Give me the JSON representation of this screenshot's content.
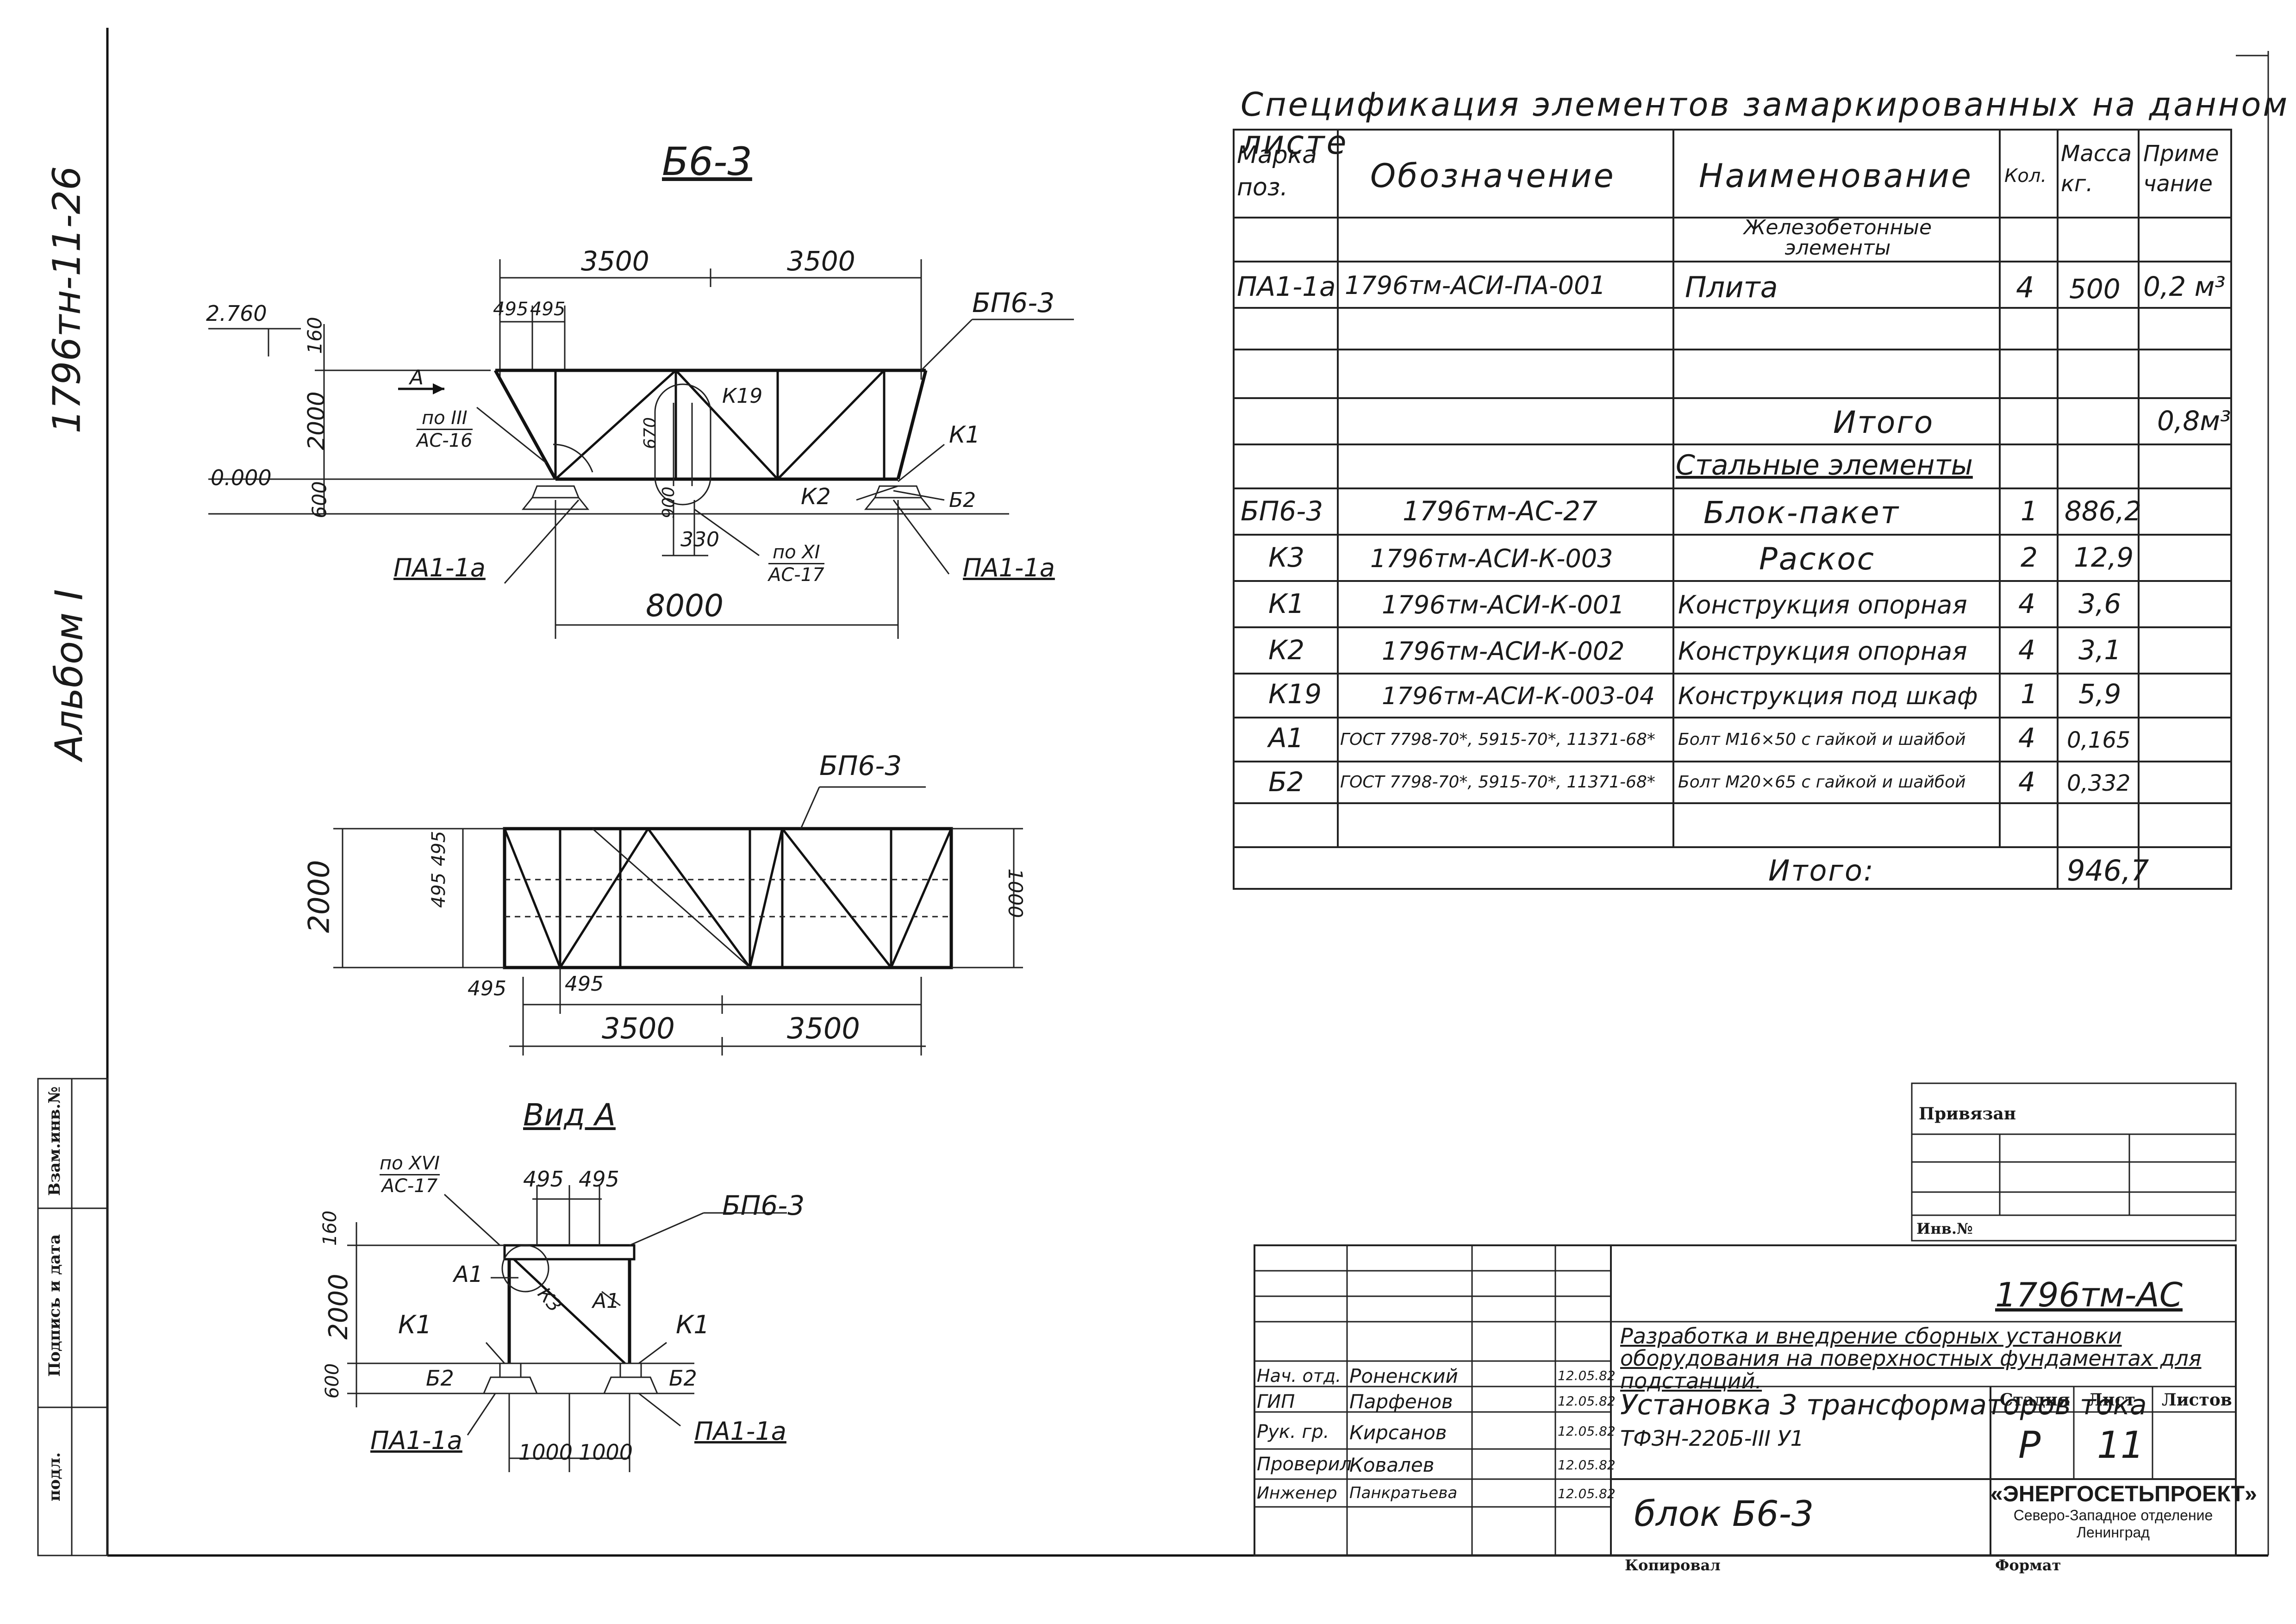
{
  "margin_labels": {
    "doc_code": "1796тн-11-26",
    "album": "Альбом I",
    "side_stamp": [
      "Взам.инв.№",
      "Подпись и дата",
      "подл."
    ]
  },
  "drawing_1": {
    "title": "Б6-3",
    "dims": [
      "3500",
      "3500",
      "495",
      "495",
      "160",
      "2000",
      "600",
      "670",
      "900",
      "330",
      "8000"
    ],
    "levels": [
      "2.760",
      "0.000"
    ],
    "callouts": [
      "БП6-3",
      "К19",
      "К1",
      "К2",
      "Б2",
      "ПА1-1а",
      "ПА1-1а"
    ],
    "section_ref_1": {
      "line1": "по III",
      "line2": "АС-16"
    },
    "section_ref_2": {
      "line1": "по XI",
      "line2": "АС-17"
    },
    "view_marker": "А"
  },
  "drawing_2": {
    "callout": "БП6-3",
    "dims": [
      "2000",
      "495",
      "495",
      "1000",
      "495",
      "495",
      "3500",
      "3500"
    ]
  },
  "drawing_3": {
    "title": "Вид А",
    "section_ref": {
      "line1": "по XVI",
      "line2": "АС-17"
    },
    "dims": [
      "495",
      "495",
      "160",
      "2000",
      "600",
      "1000",
      "1000"
    ],
    "callouts": [
      "БП6-3",
      "А1",
      "А1",
      "К3",
      "К1",
      "К1",
      "Б2",
      "Б2",
      "ПА1-1а",
      "ПА1-1а"
    ]
  },
  "spec_table": {
    "title": "Спецификация элементов замаркированных на данном листе",
    "headers": [
      "Марка поз.",
      "Обозначение",
      "Наименование",
      "Кол.",
      "Масса кг.",
      "Примечание"
    ],
    "rows": [
      {
        "mark": "",
        "designation": "",
        "name": "Железобетонные элементы",
        "qty": "",
        "mass": "",
        "note": ""
      },
      {
        "mark": "ПА1-1а",
        "designation": "1796тм-АСИ-ПА-001",
        "name": "Плита",
        "qty": "4",
        "mass": "500",
        "note": "0,2 м³"
      },
      {
        "mark": "",
        "designation": "",
        "name": "",
        "qty": "",
        "mass": "",
        "note": ""
      },
      {
        "mark": "",
        "designation": "",
        "name": "Итого",
        "qty": "",
        "mass": "",
        "note": "0,8м³"
      },
      {
        "mark": "",
        "designation": "",
        "name": "Стальные элементы",
        "qty": "",
        "mass": "",
        "note": ""
      },
      {
        "mark": "БП6-3",
        "designation": "1796тм-АС-27",
        "name": "Блок-пакет",
        "qty": "1",
        "mass": "886,2",
        "note": ""
      },
      {
        "mark": "К3",
        "designation": "1796тм-АСИ-К-003",
        "name": "Раскос",
        "qty": "2",
        "mass": "12,9",
        "note": ""
      },
      {
        "mark": "К1",
        "designation": "1796тм-АСИ-К-001",
        "name": "Конструкция опорная",
        "qty": "4",
        "mass": "3,6",
        "note": ""
      },
      {
        "mark": "К2",
        "designation": "1796тм-АСИ-К-002",
        "name": "Конструкция опорная",
        "qty": "4",
        "mass": "3,1",
        "note": ""
      },
      {
        "mark": "К19",
        "designation": "1796тм-АСИ-К-003-04",
        "name": "Конструкция под шкаф",
        "qty": "1",
        "mass": "5,9",
        "note": ""
      },
      {
        "mark": "А1",
        "designation": "ГОСТ 7798-70*, 5915-70*, 11371-68*",
        "name": "Болт М16×50 с гайкой и шайбой",
        "qty": "4",
        "mass": "0,165",
        "note": ""
      },
      {
        "mark": "Б2",
        "designation": "ГОСТ 7798-70*, 5915-70*, 11371-68*",
        "name": "Болт М20×65 с гайкой и шайбой",
        "qty": "4",
        "mass": "0,332",
        "note": ""
      },
      {
        "mark": "",
        "designation": "",
        "name": "",
        "qty": "",
        "mass": "",
        "note": ""
      }
    ],
    "total_label": "Итого:",
    "total_value": "946,7"
  },
  "bind_box": {
    "label": "Привязан",
    "inv_label": "Инв.№"
  },
  "title_block": {
    "doc_code": "1796тм-АС",
    "project_title": "Разработка и внедрение сборных установки оборудования на поверхностных фундаментах для подстанций.",
    "sheet_title_1": "Установка 3 трансформаторов тока",
    "sheet_title_2": "ТФЗН-220Б-III У1",
    "drawing_name": "блок Б6-3",
    "stage_label": "Стадия",
    "sheet_label": "Лист",
    "sheets_label": "Листов",
    "stage": "Р",
    "sheet": "11",
    "org_name": "«ЭНЕРГОСЕТЬПРОЕКТ»",
    "org_branch": "Северо-Западное отделение",
    "org_city": "Ленинград",
    "staff": [
      {
        "role": "Нач. отд.",
        "name": "Роненский",
        "date": "12.05.82"
      },
      {
        "role": "ГИП",
        "name": "Парфенов",
        "date": "12.05.82"
      },
      {
        "role": "Рук. гр.",
        "name": "Кирсанов",
        "date": "12.05.82"
      },
      {
        "role": "Проверил",
        "name": "Ковалев",
        "date": "12.05.82"
      },
      {
        "role": "Инженер",
        "name": "Панкратьева",
        "date": "12.05.82"
      }
    ],
    "copied_label": "Копировал",
    "format_label": "Формат"
  }
}
